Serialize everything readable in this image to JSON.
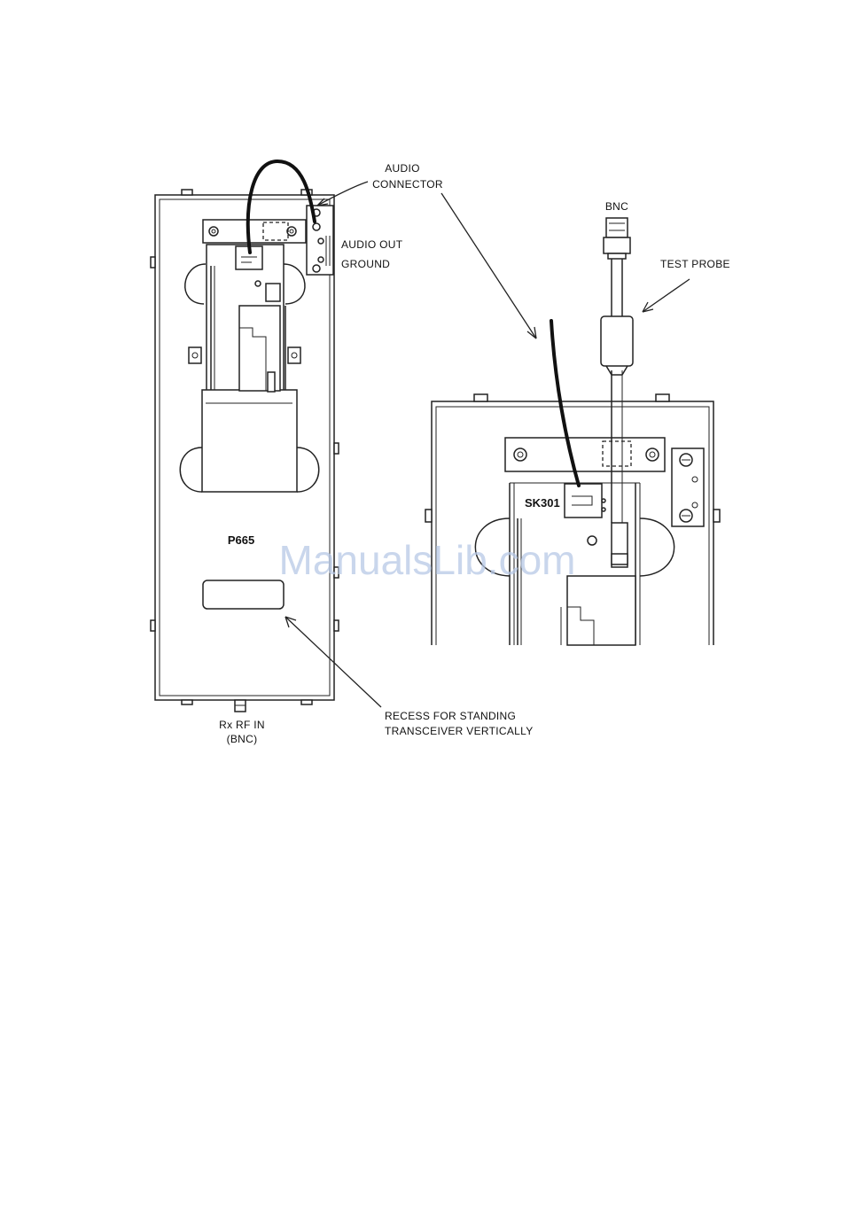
{
  "labels": {
    "audio_connector_1": "AUDIO",
    "audio_connector_2": "CONNECTOR",
    "audio_out": "AUDIO OUT",
    "ground": "GROUND",
    "bnc": "BNC",
    "test_probe": "TEST PROBE",
    "model": "P665",
    "socket": "SK301",
    "recess_1": "RECESS FOR STANDING",
    "recess_2": "TRANSCEIVER VERTICALLY",
    "rx_rf_in_1": "Rx RF IN",
    "rx_rf_in_2": "(BNC)"
  },
  "watermark": "ManualsLib.com",
  "colors": {
    "line": "#222222",
    "watermark": "#b7c8e6",
    "background": "#ffffff"
  }
}
